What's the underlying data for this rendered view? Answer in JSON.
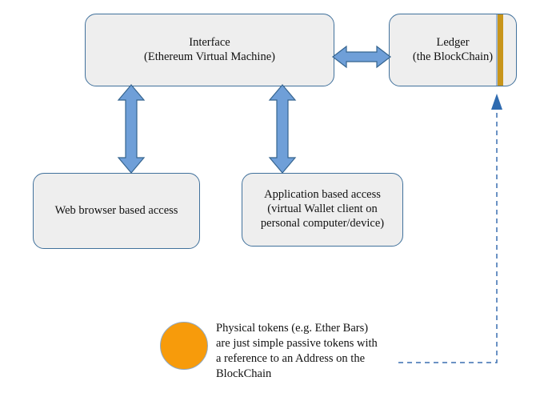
{
  "diagram": {
    "title": "Ethereum access architecture diagram",
    "colors": {
      "node_fill": "#eeeeee",
      "node_border": "#41719c",
      "arrow_fill": "#6f9fd8",
      "arrow_border": "#35648f",
      "dashed_line": "#3a6fb0",
      "token_orange": "#f79b0b",
      "ledger_bar_gold": "#c8951b"
    },
    "nodes": [
      {
        "id": "interface",
        "lines": [
          "Interface",
          "(Ethereum Virtual Machine)"
        ]
      },
      {
        "id": "ledger",
        "lines": [
          "Ledger",
          "(the BlockChain)"
        ]
      },
      {
        "id": "web_browser",
        "lines": [
          "Web browser based access"
        ]
      },
      {
        "id": "application",
        "lines": [
          "Application based access",
          "(virtual Wallet client on",
          "personal computer/device)"
        ]
      }
    ],
    "connectors": [
      {
        "id": "interface-ledger",
        "style": "double-arrow-horizontal"
      },
      {
        "id": "interface-web-browser",
        "style": "double-arrow-vertical"
      },
      {
        "id": "interface-application",
        "style": "double-arrow-vertical"
      },
      {
        "id": "token-to-ledger",
        "style": "dashed-arrow-up"
      }
    ],
    "token": {
      "shape": "circle",
      "caption_lines": [
        "Physical tokens (e.g. Ether Bars)",
        "are just simple passive tokens with",
        "a reference to an Address on the",
        "BlockChain"
      ]
    }
  }
}
